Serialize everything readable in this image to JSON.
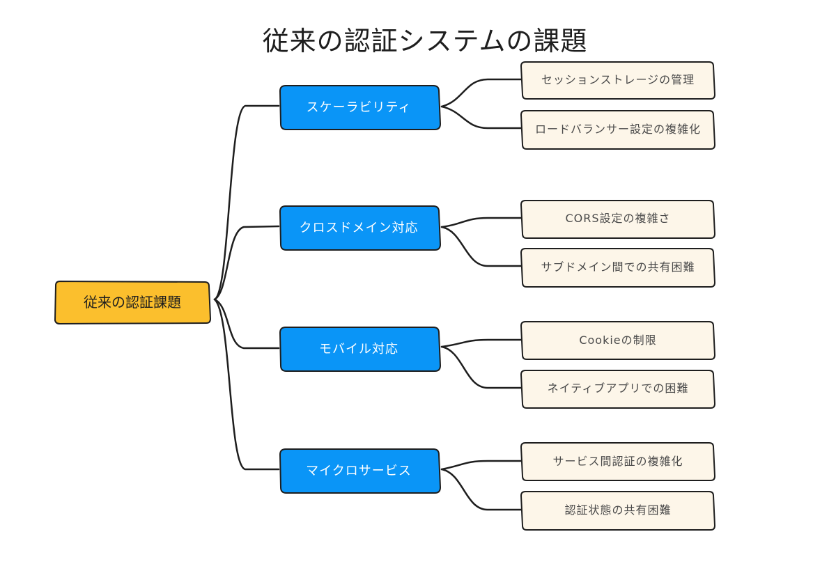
{
  "title": "従来の認証システムの課題",
  "root": {
    "label": "従来の認証課題"
  },
  "branches": [
    {
      "label": "スケーラビリティ",
      "leaves": [
        "セッションストレージの管理",
        "ロードバランサー設定の複雑化"
      ]
    },
    {
      "label": "クロスドメイン対応",
      "leaves": [
        "CORS設定の複雑さ",
        "サブドメイン間での共有困難"
      ]
    },
    {
      "label": "モバイル対応",
      "leaves": [
        "Cookieの制限",
        "ネイティブアプリでの困難"
      ]
    },
    {
      "label": "マイクロサービス",
      "leaves": [
        "サービス間認証の複雑化",
        "認証状態の共有困難"
      ]
    }
  ],
  "colors": {
    "root_fill": "#fbbf2d",
    "branch_fill": "#0a95f7",
    "leaf_fill": "#fdf6e9",
    "stroke": "#1e1e1e"
  }
}
